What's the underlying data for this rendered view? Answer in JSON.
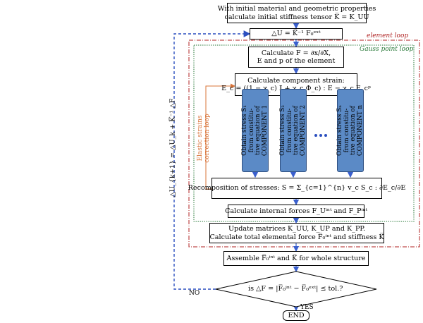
{
  "boxes": {
    "init": [
      "With initial material and geometric properties",
      "calculate initial stiffness tensor K̅ = K_UU"
    ],
    "du": [
      "△U = K̅⁻¹ F₀ᵉˣᵗ"
    ],
    "calc_f": [
      "Calculate F = ∂x/∂X,",
      "E and p of the element"
    ],
    "comp_strain": [
      "Calculate component strain:",
      "E_c = ((1 − χ_c) 𝕀 + χ_c Φ_c) : E − χ_c E_cᵖ"
    ],
    "recomp": "Recomposition of stresses:  S = Σ_{c=1}^{n} v_c S_c : ∂E_c/∂E",
    "internal": "Calculate internal forces F_Uⁱⁿᵗ and F_Pⁱⁿᵗ",
    "update": [
      "Update matrices K_UU, K_UP and K_PP.",
      "Calculate total elemental force F̅₀ⁱⁿᵗ and stiffness K̅"
    ],
    "assemble": "Assemble F̅₀ⁱⁿᵗ and K̅ for whole structure",
    "decision": "is  △F = |F̅₀ⁱⁿᵗ − F̅₀ᵉˣᵗ| ≤ tol.?",
    "end": "END"
  },
  "components": [
    [
      "Obtain stress S₁",
      "from constitu-",
      "tive equation of",
      "COMPONENT 1"
    ],
    [
      "Obtain stress S₂",
      "from constitu-",
      "tive equation of",
      "COMPONENT 2"
    ],
    [
      "Obtain stress Sₙ",
      "from constitu-",
      "tive equation of",
      "COMPONENT n"
    ]
  ],
  "labels": {
    "element_loop": "element loop",
    "gauss_loop": "Gauss point loop",
    "elastic_loop": [
      "Elastic strains",
      "correction loop"
    ],
    "update_eq": "△U_{k+1} = △U_k + K̅⁻¹ △F",
    "no": "NO",
    "yes": "YES"
  },
  "colors": {
    "element_loop": "#b02222",
    "gauss_loop": "#2a7a3a",
    "elastic_loop": "#d8743a",
    "feedback": "#2b4fbf",
    "arrow": "#3a5fcd",
    "component_fill": "#5b8ac6"
  }
}
